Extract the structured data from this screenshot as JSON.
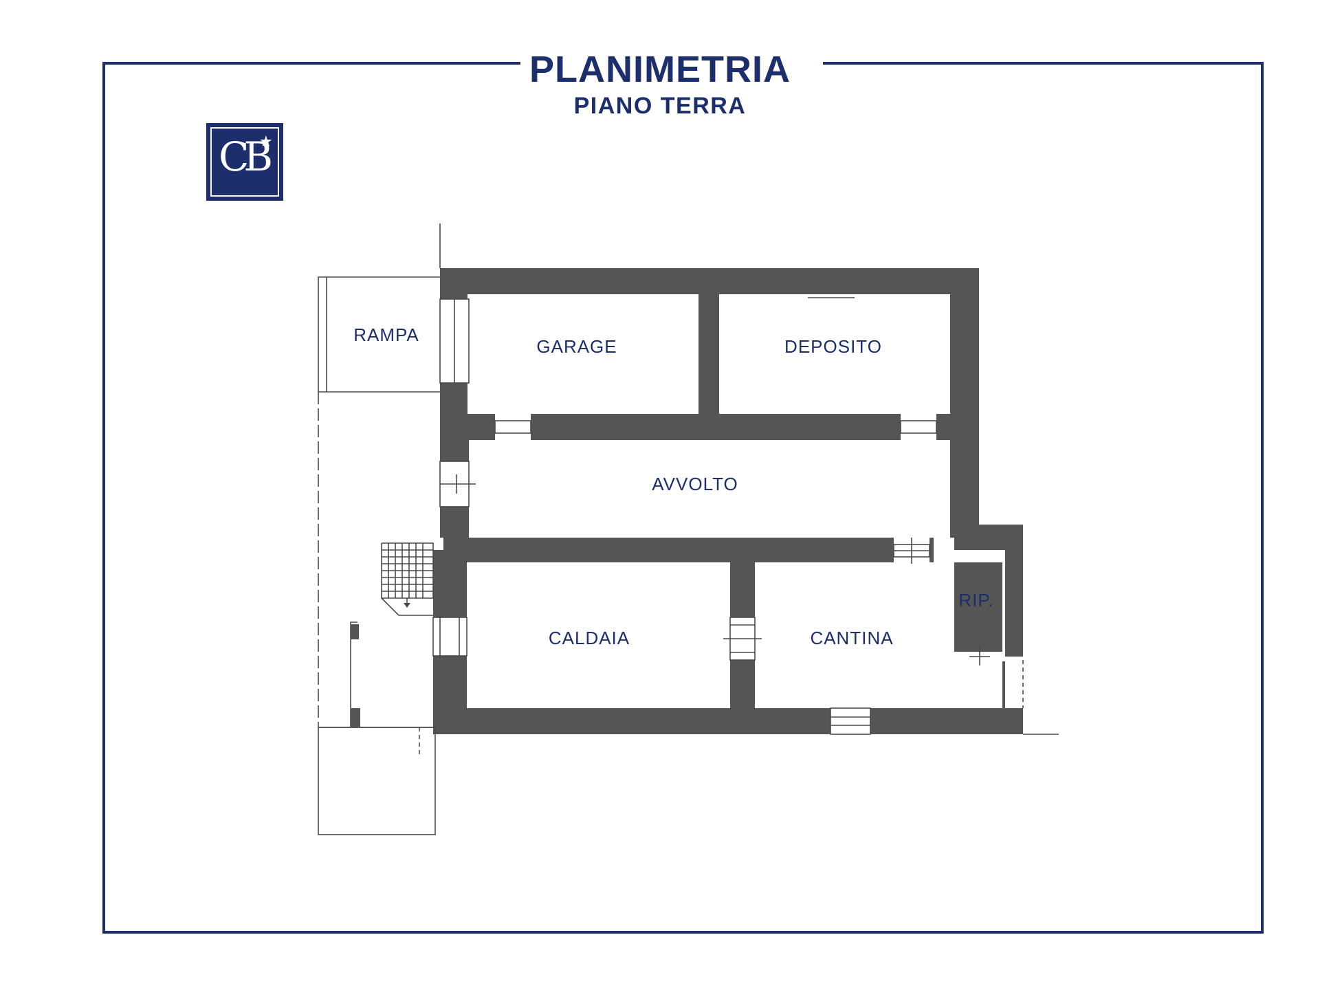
{
  "header": {
    "title": "PLANIMETRIA",
    "subtitle": "PIANO TERRA"
  },
  "logo": {
    "text": "CB",
    "icon": "coldwell-banker-logo"
  },
  "rooms": {
    "rampa": "RAMPA",
    "garage": "GARAGE",
    "deposito": "DEPOSITO",
    "avvolto": "AVVOLTO",
    "caldaia": "CALDAIA",
    "cantina": "CANTINA",
    "ripostiglio": "RIP."
  },
  "colors": {
    "brand": "#1c2e6b",
    "wall": "#555555",
    "line": "#4a4a4a"
  }
}
